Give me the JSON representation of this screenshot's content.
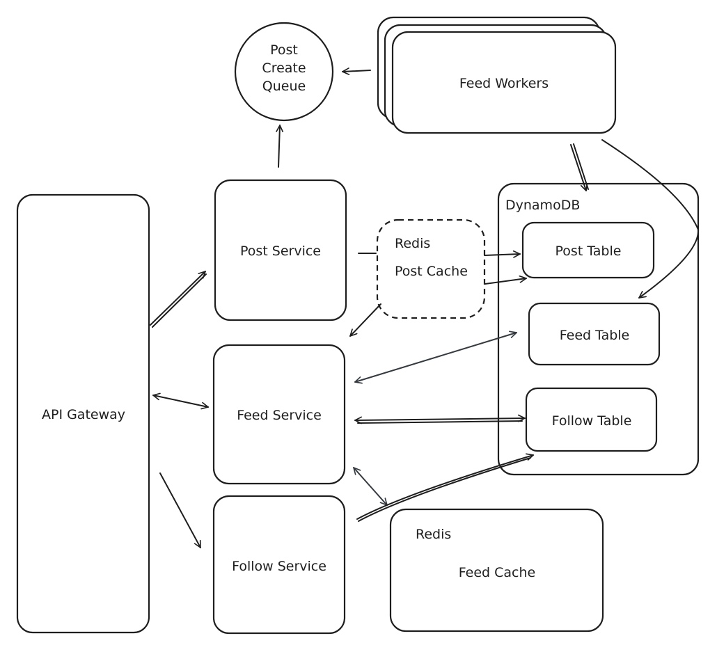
{
  "nodes": {
    "api_gateway": "API Gateway",
    "post_service": "Post Service",
    "feed_service": "Feed Service",
    "follow_service": "Follow Service",
    "post_create_queue": [
      "Post",
      "Create",
      "Queue"
    ],
    "feed_workers": "Feed Workers",
    "redis_post_cache": {
      "title": "Redis",
      "label": "Post Cache"
    },
    "dynamodb": {
      "title": "DynamoDB",
      "post_table": "Post Table",
      "feed_table": "Feed Table",
      "follow_table": "Follow Table"
    },
    "redis_feed_cache": {
      "title": "Redis",
      "label": "Feed Cache"
    }
  },
  "colors": {
    "stroke": "#1e1e1e",
    "stroke_dark": "#343a40",
    "background": "#ffffff"
  }
}
